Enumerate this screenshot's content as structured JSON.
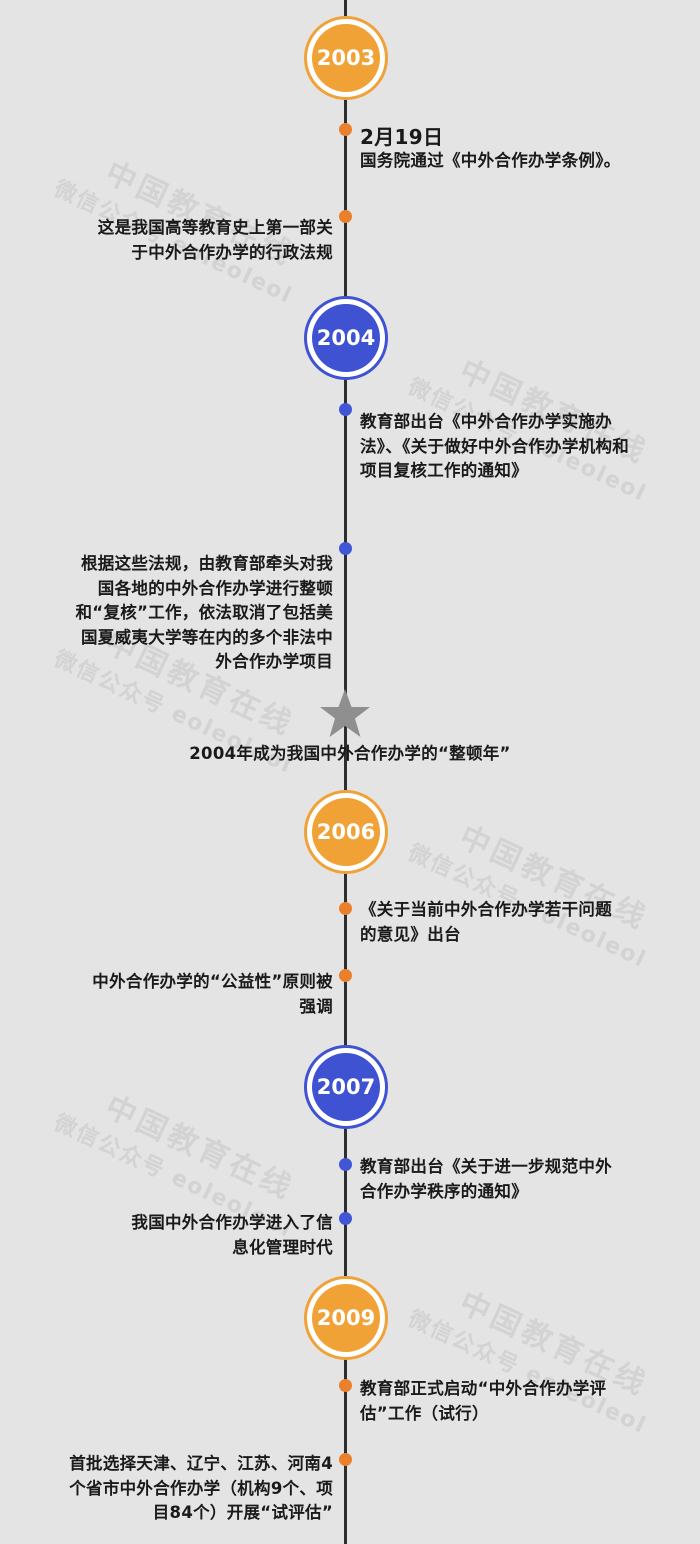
{
  "watermark": {
    "line1": "中国教育在线",
    "line2": "微信公众号 eoleoleol"
  },
  "years": [
    {
      "label": "2003",
      "color": "#f0a236"
    },
    {
      "label": "2004",
      "color": "#3e52d2"
    },
    {
      "label": "2006",
      "color": "#f0a236"
    },
    {
      "label": "2007",
      "color": "#3e52d2"
    },
    {
      "label": "2009",
      "color": "#f0a236"
    }
  ],
  "events": [
    {
      "date": "2月19日",
      "text": "国务院通过《中外合作办学条例》。"
    },
    {
      "text": "这是我国高等教育史上第一部关于中外合作办学的行政法规"
    },
    {
      "text": "教育部出台《中外合作办学实施办法》、《关于做好中外合作办学机构和项目复核工作的通知》"
    },
    {
      "text": "根据这些法规，由教育部牵头对我国各地的中外合作办学进行整顿和“复核”工作，依法取消了包括美国夏威夷大学等在内的多个非法中外合作办学项目"
    },
    {
      "text": "《关于当前中外合作办学若干问题的意见》出台"
    },
    {
      "text": "中外合作办学的“公益性”原则被强调"
    },
    {
      "text": "教育部出台《关于进一步规范中外合作办学秩序的通知》"
    },
    {
      "text": "我国中外合作办学进入了信息化管理时代"
    },
    {
      "text": "教育部正式启动“中外合作办学评估”工作（试行）"
    },
    {
      "text": "首批选择天津、辽宁、江苏、河南4个省市中外合作办学（机构9个、项目84个）开展“试评估”"
    }
  ],
  "milestone": {
    "icon": "star-icon",
    "text": "2004年成为我国中外合作办学的“整顿年”"
  },
  "colors": {
    "orange": "#f0a236",
    "blue": "#3e52d2",
    "axis": "#2e2e2e",
    "star": "#8f8f8f",
    "background": "#e4e4e4"
  }
}
